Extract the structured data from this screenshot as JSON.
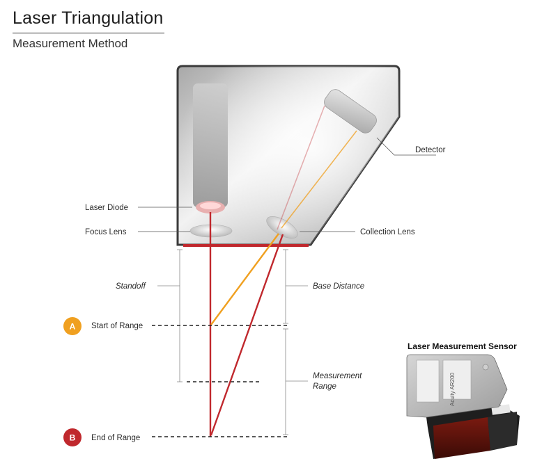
{
  "header": {
    "title": "Laser Triangulation",
    "subtitle": "Measurement Method"
  },
  "components": {
    "laser_diode": "Laser Diode",
    "focus_lens": "Focus Lens",
    "detector": "Detector",
    "collection_lens": "Collection Lens"
  },
  "distances": {
    "standoff": "Standoff",
    "base_distance": "Base Distance",
    "measurement_range_line1": "Measurement",
    "measurement_range_line2": "Range"
  },
  "markers": {
    "a": {
      "letter": "A",
      "label": "Start of Range",
      "color": "#f0a020"
    },
    "b": {
      "letter": "B",
      "label": "End of Range",
      "color": "#c0282d"
    }
  },
  "photo": {
    "title": "Laser Measurement Sensor",
    "brand_text": "Acuity AR200"
  },
  "colors": {
    "laser_red": "#c0282d",
    "beam_orange": "#f0a020",
    "housing_edge": "#3a3a3a"
  }
}
